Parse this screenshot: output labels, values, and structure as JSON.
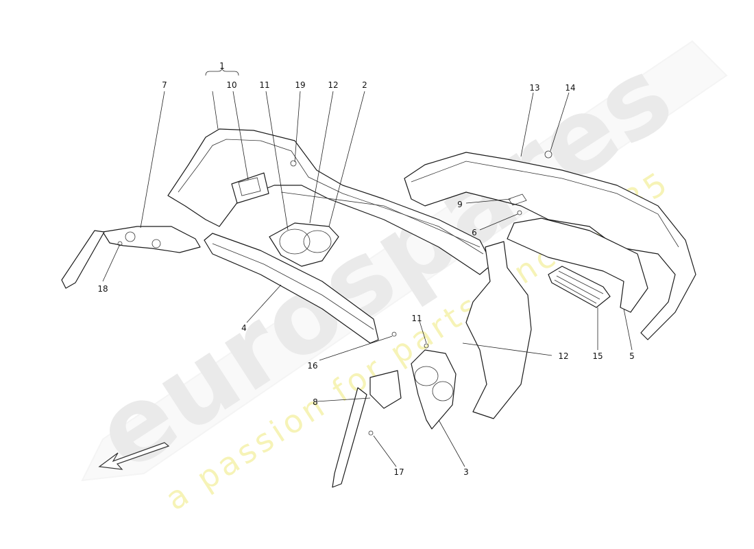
{
  "callouts": [
    {
      "id": "1",
      "label": "1"
    },
    {
      "id": "2",
      "label": "2"
    },
    {
      "id": "3",
      "label": "3"
    },
    {
      "id": "4",
      "label": "4"
    },
    {
      "id": "5",
      "label": "5"
    },
    {
      "id": "6",
      "label": "6"
    },
    {
      "id": "7",
      "label": "7"
    },
    {
      "id": "8",
      "label": "8"
    },
    {
      "id": "9",
      "label": "9"
    },
    {
      "id": "10",
      "label": "10"
    },
    {
      "id": "11a",
      "label": "11"
    },
    {
      "id": "11b",
      "label": "11"
    },
    {
      "id": "12a",
      "label": "12"
    },
    {
      "id": "12b",
      "label": "12"
    },
    {
      "id": "13",
      "label": "13"
    },
    {
      "id": "14",
      "label": "14"
    },
    {
      "id": "15",
      "label": "15"
    },
    {
      "id": "16",
      "label": "16"
    },
    {
      "id": "17",
      "label": "17"
    },
    {
      "id": "18",
      "label": "18"
    },
    {
      "id": "19",
      "label": "19"
    }
  ],
  "watermark": {
    "brand": "eurospares",
    "tagline": "a passion for parts since 1985",
    "brand_color": "#eaeaea",
    "tagline_color": "#f3f0a0"
  }
}
